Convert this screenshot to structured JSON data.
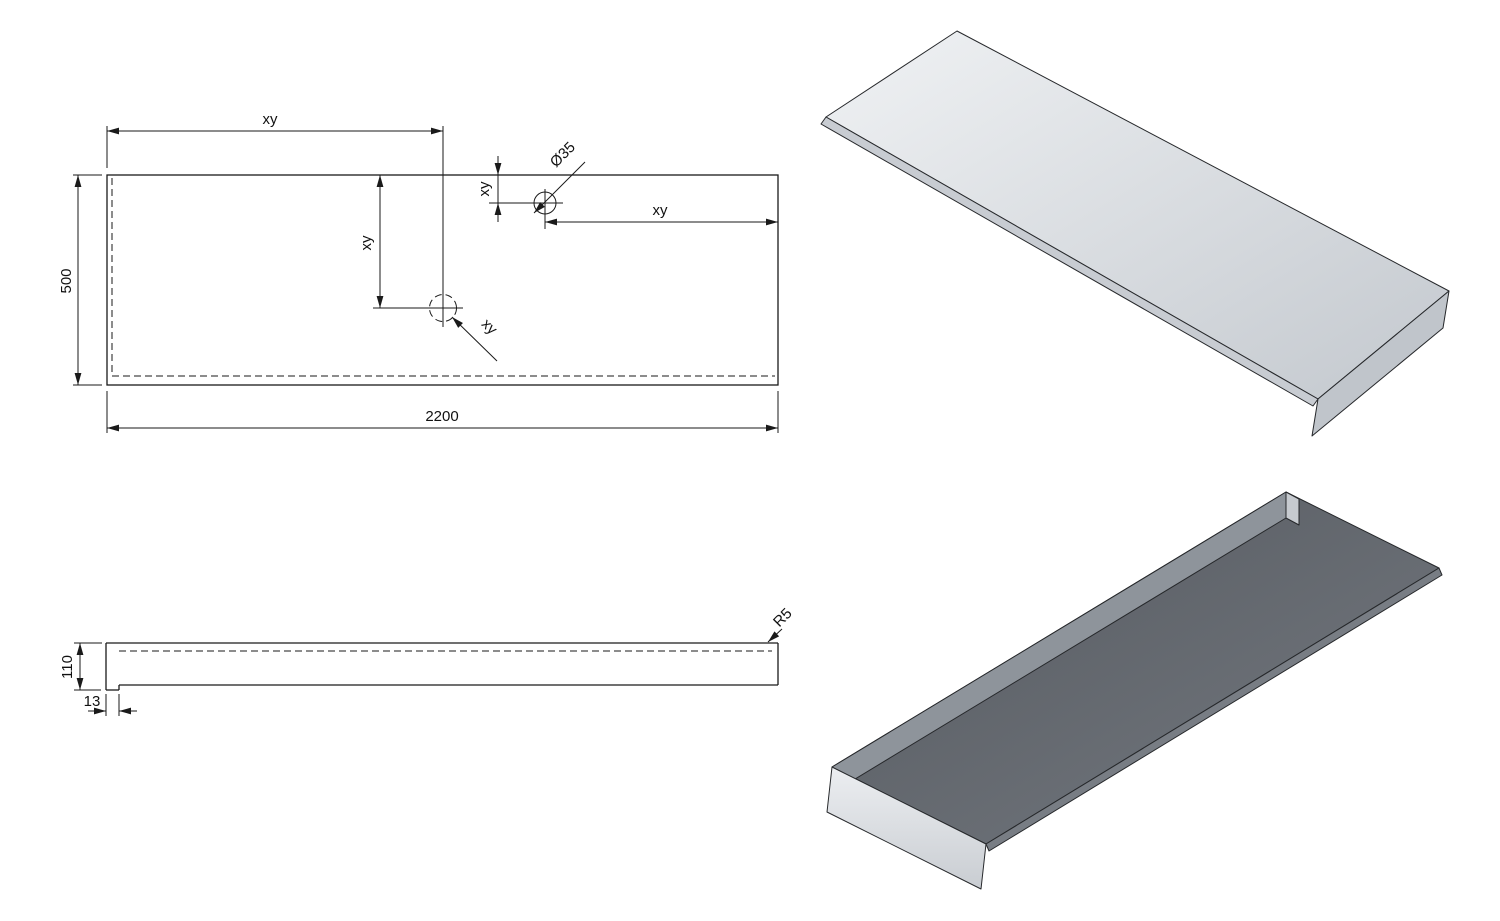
{
  "sheet": {
    "background": "#ffffff",
    "line_color": "#1a1a1a"
  },
  "plan_view": {
    "dim_length_total": "2200",
    "dim_depth": "500",
    "dim_hole2_from_left": "xy",
    "dim_hole2_from_top": "xy",
    "dim_hole1_from_top": "xy",
    "dim_hole1_from_right": "xy",
    "hole1_diameter": "Ø35",
    "hole2_label": "xy"
  },
  "front_view": {
    "dim_height": "110",
    "dim_thickness": "13",
    "bend_radius": "R5"
  },
  "iso_views": {
    "top_face_color": "#e9ebee",
    "shade_color": "#c3c8ce",
    "underside_color": "#5f646a",
    "flap_color": "#e4e6ea"
  }
}
